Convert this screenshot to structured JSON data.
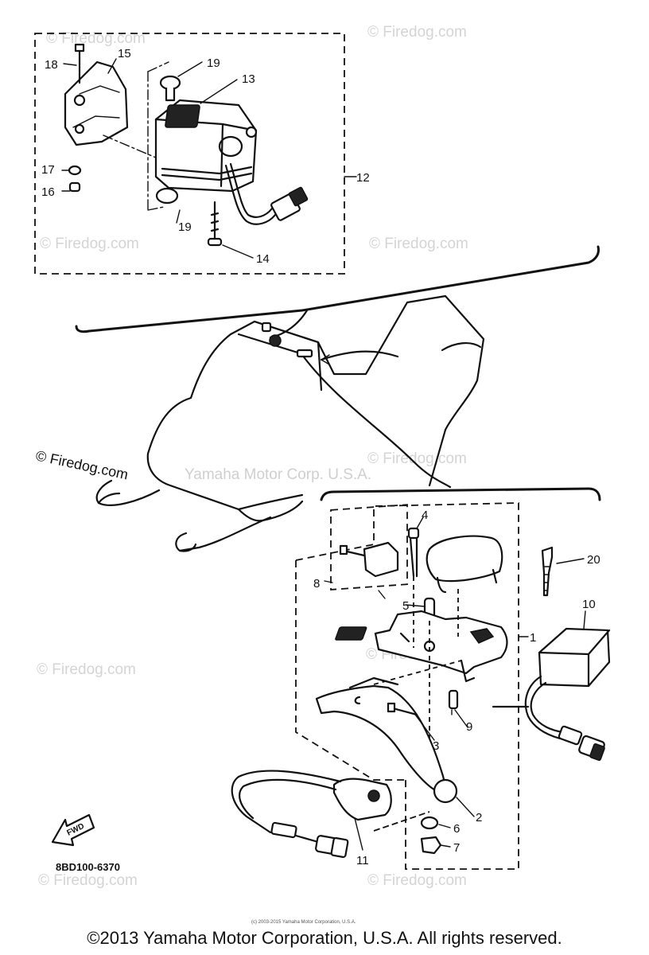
{
  "watermarks": {
    "firedog": "© Firedog.com",
    "yamaha": "Yamaha Motor Corp. U.S.A."
  },
  "callouts": {
    "c1": "1",
    "c2": "2",
    "c3": "3",
    "c4": "4",
    "c5": "5",
    "c6": "6",
    "c7": "7",
    "c8": "8",
    "c9": "9",
    "c10": "10",
    "c11": "11",
    "c12": "12",
    "c13": "13",
    "c14": "14",
    "c15": "15",
    "c16": "16",
    "c17": "17",
    "c18": "18",
    "c19": "19",
    "c20": "20"
  },
  "fwd_label": "FWD",
  "diagram_code": "8BD100-6370",
  "small_copyright": "(c) 2003-2015 Yamaha Motor Corporation, U.S.A.",
  "footer_copyright": "©2013 Yamaha Motor Corporation, U.S.A. All rights reserved."
}
